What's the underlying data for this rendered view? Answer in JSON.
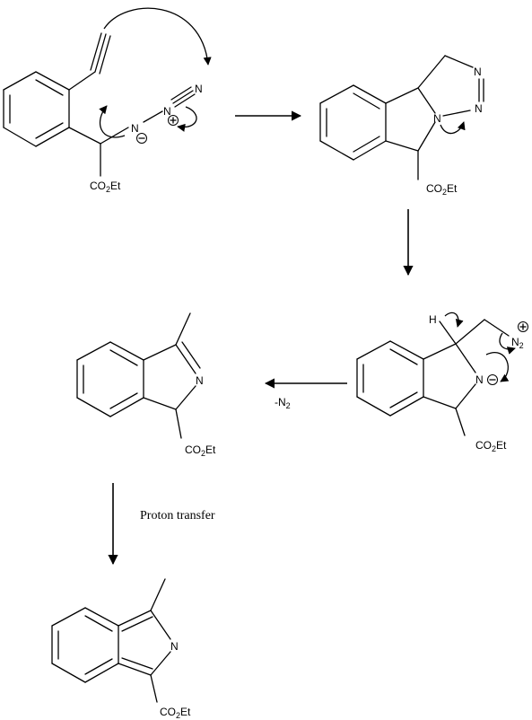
{
  "labels": {
    "n": "N",
    "co2et_pre": "CO",
    "co2et_sub": "2",
    "co2et_post": "Et",
    "h": "H",
    "n2_n": "N",
    "n2_sub": "2",
    "plus": "+",
    "minus": "−",
    "loss_n2_pre": "-N",
    "loss_n2_sub": "2",
    "proton_transfer": "Proton transfer"
  }
}
